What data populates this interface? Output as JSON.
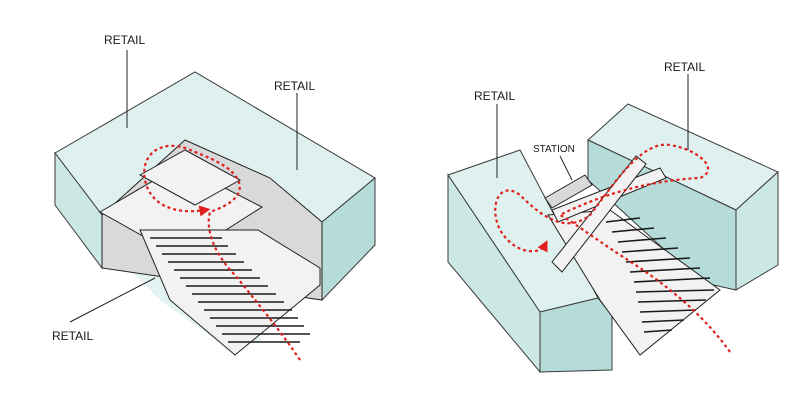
{
  "left_diagram": {
    "labels": {
      "retail_top": "RETAIL",
      "retail_right": "RETAIL",
      "retail_bottom": "RETAIL"
    }
  },
  "right_diagram": {
    "labels": {
      "retail_left": "RETAIL",
      "retail_right": "RETAIL",
      "station": "STATION"
    }
  },
  "colors": {
    "volume": "#cbe8e5",
    "flow_path": "#e0201c",
    "linework": "#222222"
  }
}
